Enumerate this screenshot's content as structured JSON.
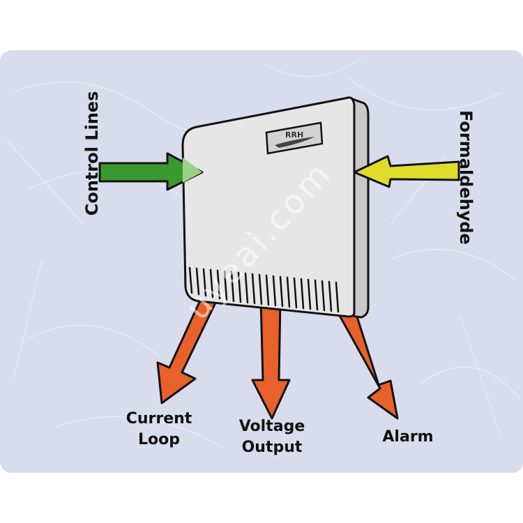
{
  "labels": {
    "control_lines": "Control Lines",
    "formaldehyde": "Formaldehyde",
    "current_loop_1": "Current",
    "current_loop_2": "Loop",
    "voltage_output_1": "Voltage",
    "voltage_output_2": "Output",
    "alarm": "Alarm"
  },
  "device": {
    "logo_text": "RRH"
  },
  "watermark": "uyeai.com",
  "colors": {
    "panel_bg": "#d9dced",
    "input_arrow_green": "#3a9a2f",
    "input_arrow_yellow": "#e0dc2a",
    "output_arrow_orange": "#e8602a",
    "device_body": "#e6e6e6"
  }
}
